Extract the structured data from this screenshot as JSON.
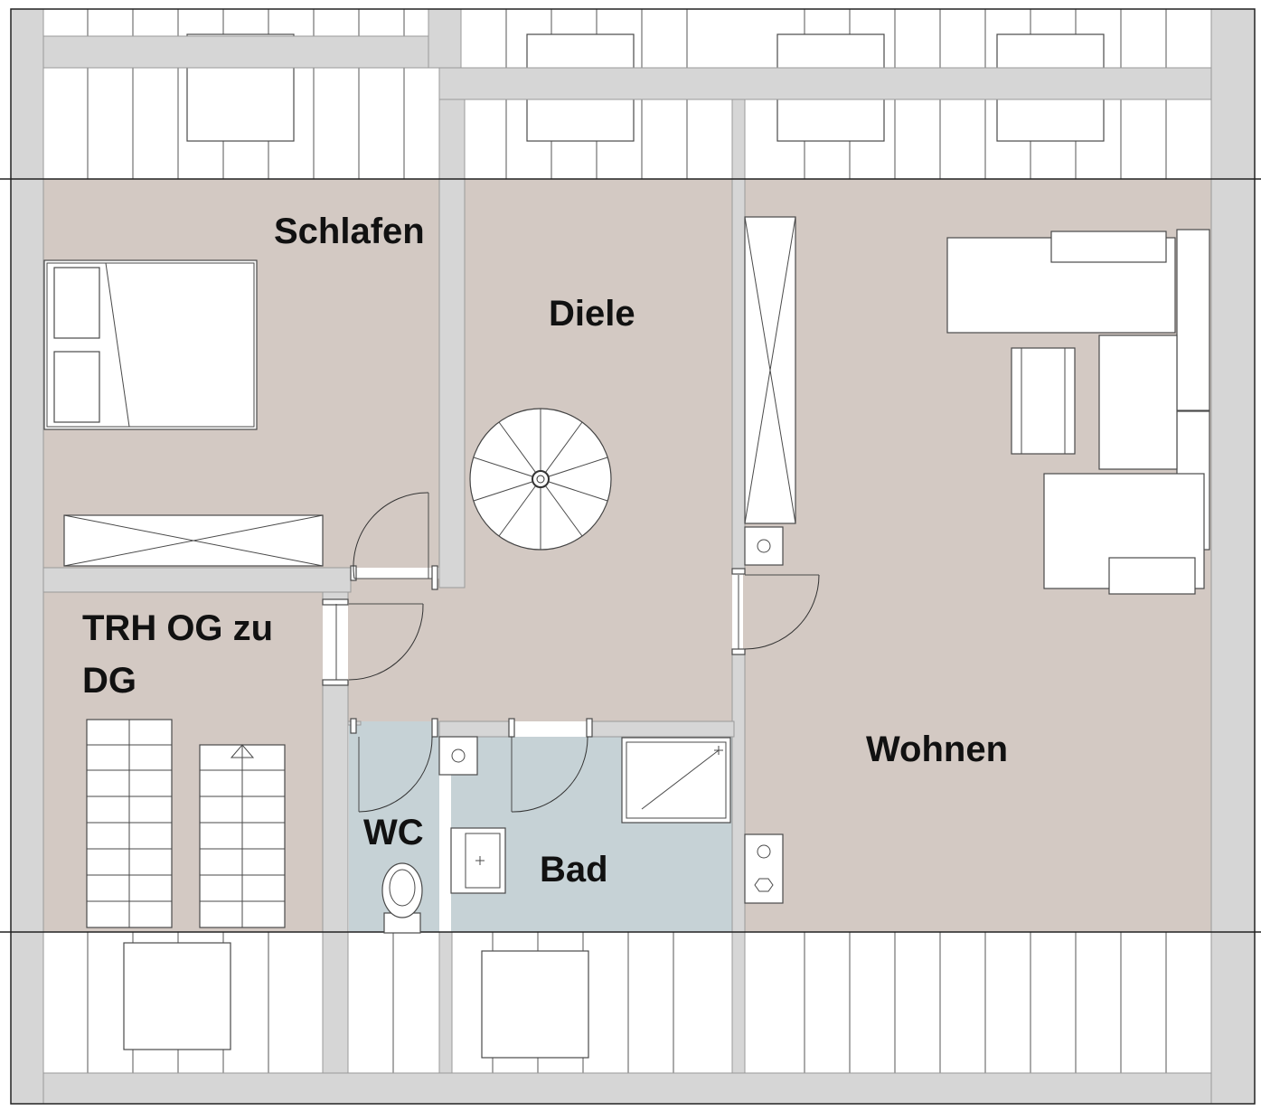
{
  "floorplan": {
    "colors": {
      "living_floor": "#d3c9c3",
      "wet_floor": "#c6d2d6",
      "wall": "#d6d6d6",
      "line": "#222222"
    },
    "rooms": {
      "schlafen": "Schlafen",
      "diele": "Diele",
      "wohnen": "Wohnen",
      "trh_line1": "TRH OG zu",
      "trh_line2": "DG",
      "wc": "WC",
      "bad": "Bad"
    }
  }
}
